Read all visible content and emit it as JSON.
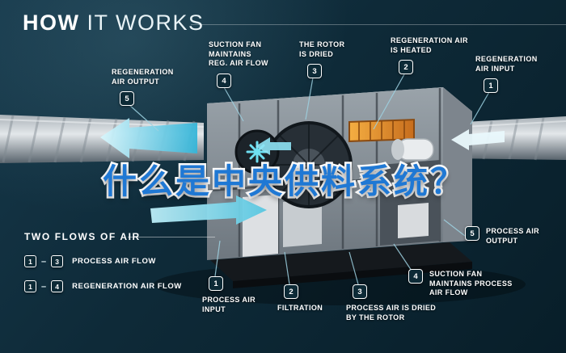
{
  "title": {
    "bold": "HOW",
    "rest": " IT WORKS"
  },
  "overlay_text": "什么是中央供料系统？",
  "callouts": {
    "reg_output": {
      "num": "5",
      "label": "REGENERATION\nAIR OUTPUT"
    },
    "suction_reg": {
      "num": "4",
      "label": "SUCTION FAN\nMAINTAINS\nREG. AIR FLOW"
    },
    "rotor_dried": {
      "num": "3",
      "label": "THE ROTOR\nIS DRIED"
    },
    "reg_heated": {
      "num": "2",
      "label": "REGENERATION AIR\nIS HEATED"
    },
    "reg_input": {
      "num": "1",
      "label": "REGENERATION\nAIR INPUT"
    },
    "process_output": {
      "num": "5",
      "label": "PROCESS AIR\nOUTPUT"
    },
    "suction_process": {
      "num": "4",
      "label": "SUCTION FAN\nMAINTAINS PROCESS\nAIR FLOW"
    },
    "process_dried": {
      "num": "3",
      "label": "PROCESS AIR IS DRIED\nBY THE ROTOR"
    },
    "filtration": {
      "num": "2",
      "label": "FILTRATION"
    },
    "process_input": {
      "num": "1",
      "label": "PROCESS AIR\nINPUT"
    }
  },
  "legend": {
    "heading": "TWO FLOWS OF AIR",
    "dash": "–",
    "rows": [
      {
        "from": "1",
        "to": "3",
        "label": "PROCESS AIR FLOW"
      },
      {
        "from": "1",
        "to": "4",
        "label": "REGENERATION AIR FLOW"
      }
    ]
  },
  "colors": {
    "background": "#0e2a38",
    "accent_cyan": "#55c8e2",
    "overlay_blue": "#1f78d4",
    "heater_orange": "#e0862e",
    "badge_border": "#ffffff"
  }
}
